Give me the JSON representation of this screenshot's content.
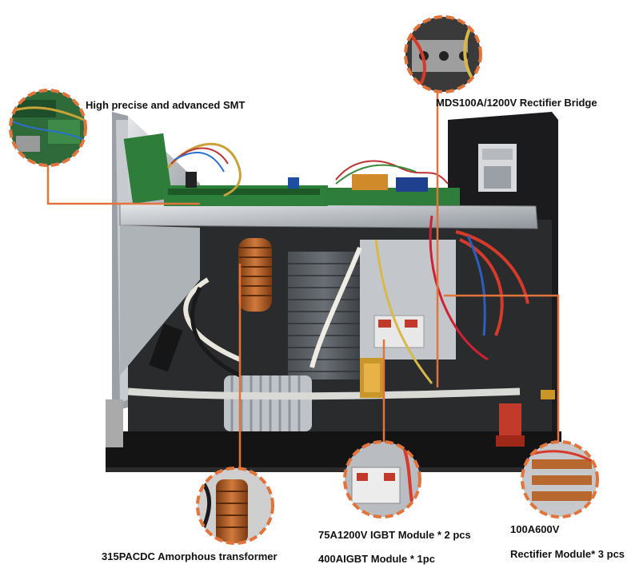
{
  "accent_color": "#e2733a",
  "callouts": {
    "smt": "High precise and advanced SMT",
    "bridge": "MDS100A/1200V Rectifier Bridge",
    "transformer": "315PACDC Amorphous transformer",
    "igbt_line1": "75A1200V IGBT Module * 2 pcs",
    "igbt_line2": "400AIGBT Module * 1pc",
    "rectifier_line1": "100A600V",
    "rectifier_line2": "Rectifier Module* 3 pcs"
  }
}
